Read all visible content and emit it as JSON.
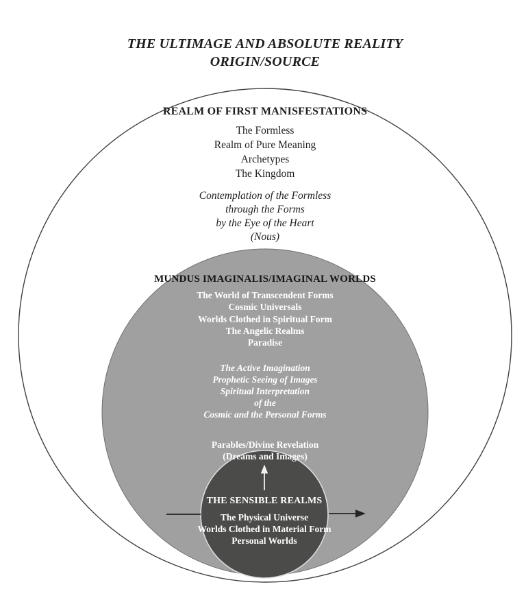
{
  "page": {
    "title_line1": "THE ULTIMAGE AND ABSOLUTE REALITY",
    "title_line2": "ORIGIN/SOURCE"
  },
  "first_manifestations": {
    "heading": "REALM OF FIRST MANISFESTATIONS",
    "items": [
      "The Formless",
      "Realm of Pure Meaning",
      "Archetypes",
      "The Kingdom"
    ],
    "contemplation": [
      "Contemplation of the Formless",
      "through the Forms",
      "by the Eye of the Heart",
      "(Nous)"
    ]
  },
  "mundus_imaginalis": {
    "heading": "MUNDUS IMAGINALIS/IMAGINAL WORLDS",
    "items": [
      "The World of Transcendent Forms",
      "Cosmic Universals",
      "Worlds Clothed in Spiritual Form",
      "The Angelic Realms",
      "Paradise"
    ],
    "practices": [
      "The Active Imagination",
      "Prophetic Seeing of Images",
      "Spiritual Interpretation",
      "of the",
      "Cosmic and the Personal Forms"
    ],
    "revelation": [
      "Parables/Divine Revelation",
      "(Dreams and Images)"
    ]
  },
  "sensible_realms": {
    "heading": "THE SENSIBLE REALMS",
    "items": [
      "The Physical Universe",
      "Worlds Clothed in Material Form",
      "Personal Worlds"
    ]
  },
  "colors": {
    "imaginal_fill": "#a0a0a0",
    "sensible_fill": "#4b4b4a",
    "outer_stroke": "#3f3f3f",
    "dark_text": "#1f1c1d",
    "light_text": "#ffffff"
  }
}
